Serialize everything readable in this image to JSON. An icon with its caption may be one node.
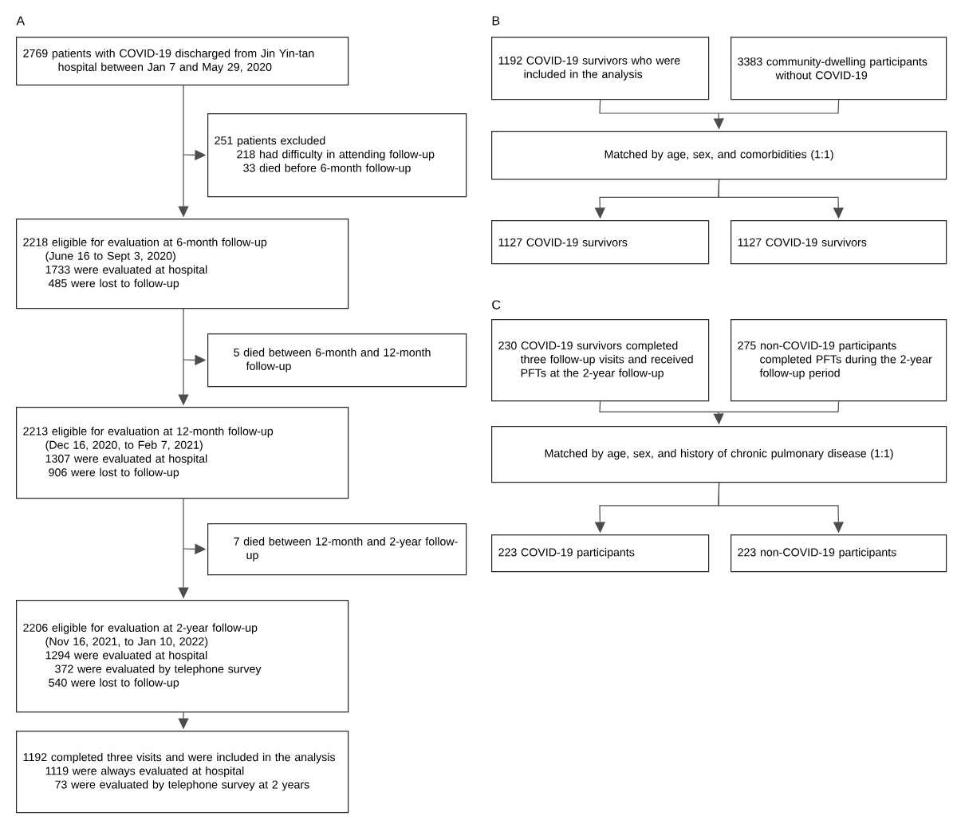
{
  "diagram": {
    "nodes": [
      {
        "text": [
          "2769 patients with COVID-19 discharged from Jin Yin-tan hospital between Jan 7 and May 29, 2020"
        ]
      },
      {
        "text": [
          "251 patients excluded",
          "218 had difficulty in attending follow-up",
          "33 died before 6-month follow-up"
        ]
      },
      {
        "text": [
          "2218 eligible for evaluation at 6-month follow-up",
          "(June 16 to Sept 3, 2020)",
          "1733 were evaluated at hospital",
          "485 were lost to follow-up"
        ]
      },
      {
        "text": [
          "5 died between 6-month and 12-month follow-up"
        ]
      },
      {
        "text": [
          "2213 eligible for evaluation at 12-month follow-up",
          "(Dec 16, 2020, to Feb 7, 2021)",
          "1307 were evaluated at hospital",
          "906 were lost to follow-up"
        ]
      },
      {
        "text": [
          "7 died between 12-month and 2-year follow-up"
        ]
      },
      {
        "text": [
          "2206 eligible for evaluation at 2-year follow-up",
          "(Nov 16, 2021, to Jan 10, 2022)",
          "1294 were evaluated at hospital",
          "372 were evaluated by telephone survey",
          "540 were lost to follow-up"
        ]
      },
      {
        "text": [
          "1192 completed three visits and were included in the analysis",
          "1119 were always evaluated at hospital",
          "73 were evaluated by telephone survey at 2 years"
        ]
      },
      {
        "text": [
          "1192 COVID-19 survivors who were included in the analysis"
        ]
      },
      {
        "text": [
          "3383 community-dwelling participants without COVID-19"
        ]
      },
      {
        "text": [
          "Matched by age, sex, and comorbidities (1:1)"
        ]
      },
      {
        "text": [
          "1127 COVID-19 survivors"
        ]
      },
      {
        "text": [
          "1127 COVID-19 survivors"
        ]
      },
      {
        "text": [
          "230 COVID-19 survivors completed three follow-up visits and received PFTs at the 2-year follow-up"
        ]
      },
      {
        "text": [
          "275 non-COVID-19 participants completed PFTs during the 2-year follow-up period"
        ]
      },
      {
        "text": [
          "Matched by age, sex, and history of chronic pulmonary disease (1:1)"
        ]
      },
      {
        "text": [
          "223 COVID-19 participants"
        ]
      },
      {
        "text": [
          "223 non-COVID-19 participants"
        ]
      }
    ],
    "edges": [
      {
        "from": 0,
        "to": 1,
        "arrow": "to"
      },
      {
        "from": 0,
        "to": 2,
        "arrow": "to"
      },
      {
        "from": 2,
        "to": 3,
        "arrow": "to"
      },
      {
        "from": 2,
        "to": 4,
        "arrow": "to"
      },
      {
        "from": 4,
        "to": 5,
        "arrow": "to"
      },
      {
        "from": 4,
        "to": 6,
        "arrow": "to"
      },
      {
        "from": 6,
        "to": 7,
        "arrow": "to"
      },
      {
        "from": 8,
        "to": 10,
        "arrow": "to"
      },
      {
        "from": 9,
        "to": 10,
        "arrow": "to"
      },
      {
        "from": 10,
        "to": 11,
        "arrow": "to"
      },
      {
        "from": 10,
        "to": 12,
        "arrow": "to"
      },
      {
        "from": 13,
        "to": 15,
        "arrow": "to"
      },
      {
        "from": 14,
        "to": 15,
        "arrow": "to"
      },
      {
        "from": 15,
        "to": 16,
        "arrow": "to"
      },
      {
        "from": 15,
        "to": 17,
        "arrow": "to"
      }
    ],
    "labels": [
      "A",
      "B",
      "C"
    ]
  }
}
